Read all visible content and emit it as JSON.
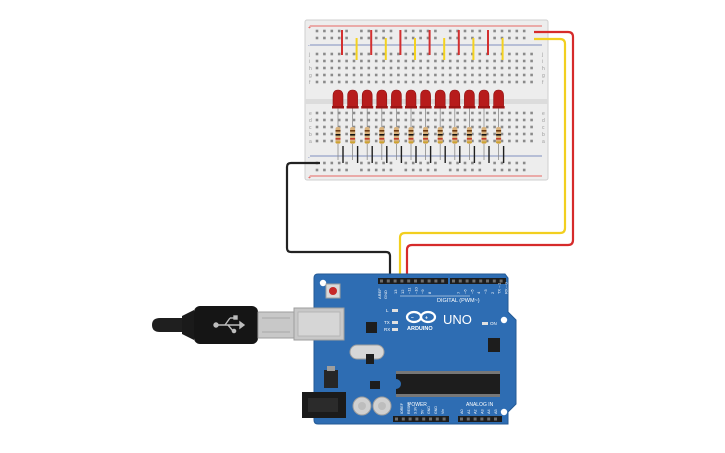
{
  "colors": {
    "breadboard": "#ededed",
    "rail_red": "#e53935",
    "rail_blue": "#5a6fb0",
    "board": "#2e6db3",
    "led": "#b71c1c",
    "wire_black": "#222222",
    "wire_red": "#d62b2b",
    "wire_yellow": "#f2cf1f",
    "jumper_red": "#d32f2f",
    "jumper_yellow": "#f4d21f"
  },
  "breadboard": {
    "row_letters_top": [
      "j",
      "i",
      "h",
      "g",
      "f"
    ],
    "row_letters_bottom": [
      "e",
      "d",
      "c",
      "b",
      "a"
    ],
    "rail_plus": "+",
    "rail_minus": "-"
  },
  "leds": {
    "count": 12,
    "icon": "led-icon"
  },
  "arduino": {
    "model": "UNO",
    "brand": "ARDUINO",
    "digital_label": "DIGITAL (PWM~)",
    "power_label": "POWER",
    "analog_label": "ANALOG IN",
    "on_label": "ON",
    "tx_label": "TX",
    "rx_label": "RX",
    "l_label": "L",
    "aref_label": "AREF",
    "gnd_label": "GND",
    "digital_pins": [
      "13",
      "12",
      "~11",
      "~10",
      "~9",
      "8",
      "7",
      "~6",
      "~5",
      "4",
      "~3",
      "2",
      "TX→1",
      "RX←0"
    ],
    "power_pins": [
      "IOREF",
      "RESET",
      "3.3V",
      "5V",
      "GND",
      "GND",
      "Vin"
    ],
    "analog_pins": [
      "A0",
      "A1",
      "A2",
      "A3",
      "A4",
      "A5"
    ],
    "logo_icon": "infinity-logo-icon"
  },
  "usb": {
    "icon": "usb-icon"
  }
}
